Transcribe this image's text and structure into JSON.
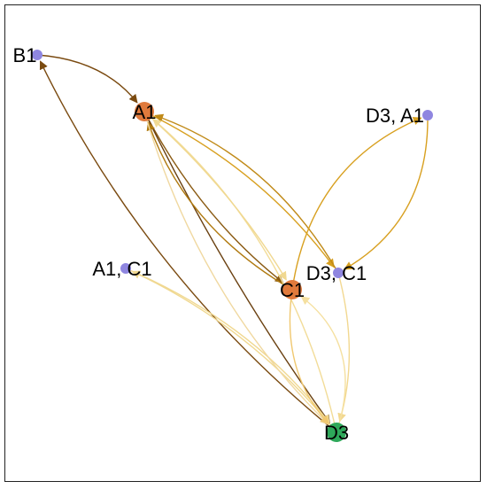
{
  "graph": {
    "nodes": [
      {
        "id": "B1",
        "label": "B1",
        "color": "#8f86e0",
        "size": "small"
      },
      {
        "id": "A1",
        "label": "A1",
        "color": "#e07a3c",
        "size": "large"
      },
      {
        "id": "D3A1",
        "label": "D3, A1",
        "color": "#8f86e0",
        "size": "small"
      },
      {
        "id": "A1C1",
        "label": "A1, C1",
        "color": "#8f86e0",
        "size": "small"
      },
      {
        "id": "D3C1",
        "label": "D3, C1",
        "color": "#8f86e0",
        "size": "small"
      },
      {
        "id": "C1",
        "label": "C1",
        "color": "#e07a3c",
        "size": "large"
      },
      {
        "id": "D3",
        "label": "D3",
        "color": "#2ea85a",
        "size": "large"
      }
    ],
    "edges": [
      {
        "from": "B1",
        "to": "A1",
        "color": "#7a4a10"
      },
      {
        "from": "D3",
        "to": "B1",
        "color": "#7a4a10"
      },
      {
        "from": "A1",
        "to": "C1",
        "color": "#8a5a12"
      },
      {
        "from": "A1",
        "to": "D3",
        "color": "#6a4010"
      },
      {
        "from": "A1",
        "to": "D3C1",
        "color": "#d8a020"
      },
      {
        "from": "C1",
        "to": "A1",
        "color": "#b07a10"
      },
      {
        "from": "D3C1",
        "to": "A1",
        "color": "#c08a18"
      },
      {
        "from": "D3A1",
        "to": "D3C1",
        "color": "#d8a020"
      },
      {
        "from": "C1",
        "to": "D3A1",
        "color": "#d8a020"
      },
      {
        "from": "A1C1",
        "to": "D3",
        "color": "#f0d890"
      },
      {
        "from": "D3",
        "to": "A1C1",
        "color": "#f0d890"
      },
      {
        "from": "D3",
        "to": "A1",
        "color": "#f2dc98"
      },
      {
        "from": "A1",
        "to": "D3",
        "color": "#f0d8a0"
      },
      {
        "from": "C1",
        "to": "D3",
        "color": "#f0c870"
      },
      {
        "from": "D3C1",
        "to": "D3",
        "color": "#f2d890"
      },
      {
        "from": "D3",
        "to": "C1",
        "color": "#f5e0a0"
      },
      {
        "from": "A1",
        "to": "C1",
        "color": "#f0d890"
      }
    ]
  }
}
